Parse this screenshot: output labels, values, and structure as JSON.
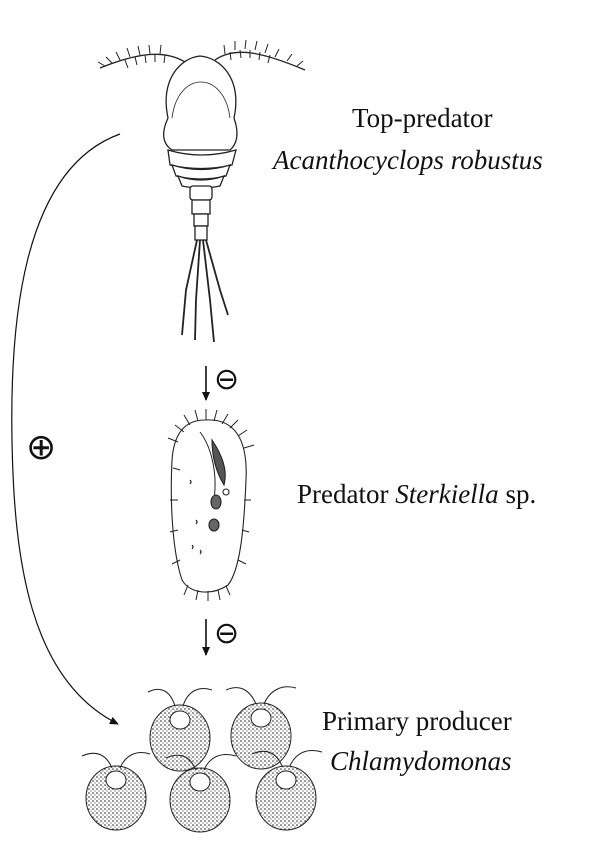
{
  "levels": {
    "top": {
      "role": "Top-predator",
      "species": "Acanthocyclops robustus"
    },
    "middle": {
      "role": "Predator",
      "species": "Sterkiella",
      "suffix": "sp."
    },
    "bottom": {
      "role": "Primary producer",
      "species": "Chlamydomonas"
    }
  },
  "effects": {
    "top_to_middle": "⊖",
    "middle_to_bottom": "⊖",
    "top_to_bottom": "⊕"
  }
}
